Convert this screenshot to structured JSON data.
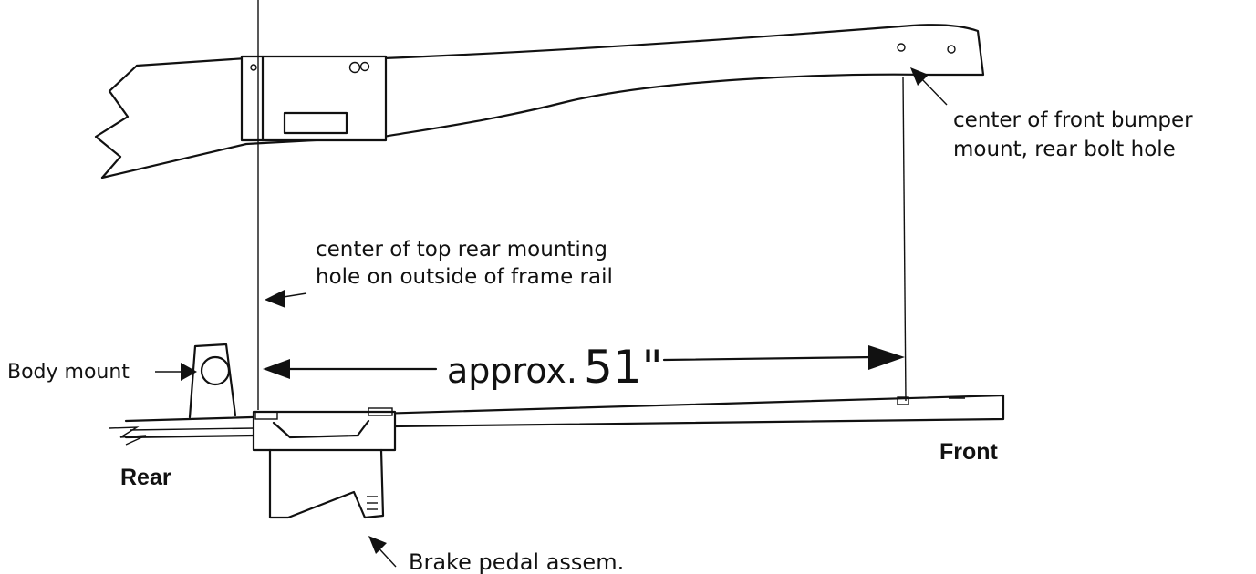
{
  "labels": {
    "front_bumper_line1": "center of front bumper",
    "front_bumper_line2": "mount, rear bolt hole",
    "top_rear_line1": "center of top rear mounting",
    "top_rear_line2": "hole on outside of frame rail",
    "body_mount": "Body mount",
    "distance_prefix": "approx.",
    "distance_value": "51\"",
    "front": "Front",
    "rear": "Rear",
    "brake_pedal": "Brake pedal assem."
  },
  "colors": {
    "ink": "#111111",
    "background": "#ffffff"
  }
}
